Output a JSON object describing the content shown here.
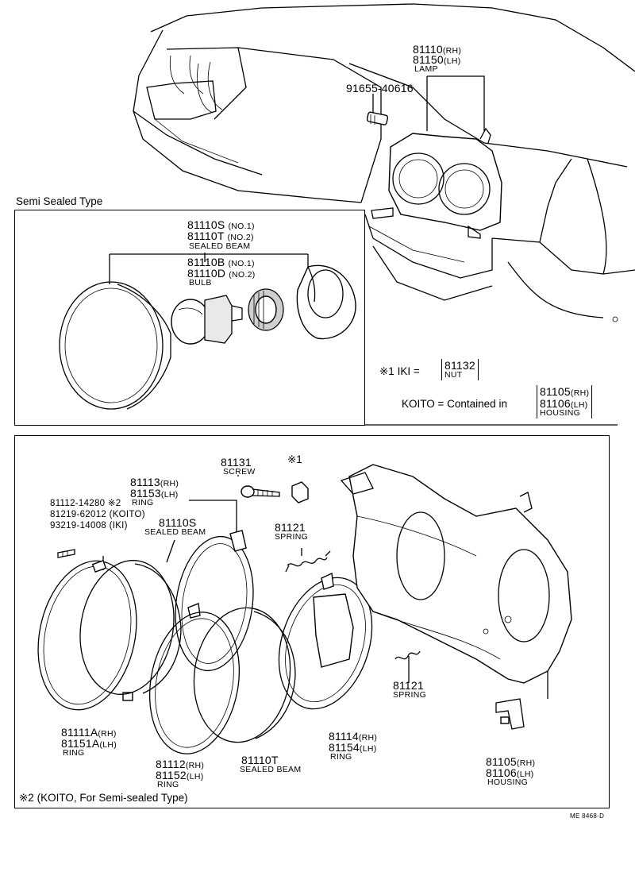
{
  "top": {
    "lamp": {
      "rh": "81110",
      "rh_side": "(RH)",
      "lh": "81150",
      "lh_side": "(LH)",
      "name": "LAMP"
    },
    "screw_part": "91655-40616"
  },
  "semi": {
    "title": "Semi Sealed Type",
    "beam": {
      "p1": "81110S",
      "p1_note": "(NO.1)",
      "p2": "81110T",
      "p2_note": "(NO.2)",
      "name": "SEALED BEAM"
    },
    "bulb": {
      "p1": "81110B",
      "p1_note": "(NO.1)",
      "p2": "81110D",
      "p2_note": "(NO.2)",
      "name": "BULB"
    },
    "iki": {
      "mark": "※1",
      "label": "IKI =",
      "part": "81132",
      "name": "NUT"
    },
    "koito": {
      "label": "KOITO = Contained in",
      "rh": "81105",
      "rh_side": "(RH)",
      "lh": "81106",
      "lh_side": "(LH)",
      "name": "HOUSING"
    }
  },
  "main": {
    "screw": {
      "part": "81131",
      "name": "SCREW"
    },
    "nut_mark": "※1",
    "ring_top": {
      "rh": "81113",
      "rh_side": "(RH)",
      "lh": "81153",
      "lh_side": "(LH)",
      "name": "RING"
    },
    "screws": {
      "l1": "81112-14280 ※2",
      "l2": "81219-62012 (KOITO)",
      "l3": "93219-14008 (IKI)"
    },
    "beam_s": {
      "part": "81110S",
      "name": "SEALED BEAM"
    },
    "spring_top": {
      "part": "81121",
      "name": "SPRING"
    },
    "spring_right": {
      "part": "81121",
      "name": "SPRING"
    },
    "ring_outer": {
      "rh": "81111A",
      "rh_side": "(RH)",
      "lh": "81151A",
      "lh_side": "(LH)",
      "name": "RING"
    },
    "ring_front": {
      "rh": "81112",
      "rh_side": "(RH)",
      "lh": "81152",
      "lh_side": "(LH)",
      "name": "RING"
    },
    "beam_t": {
      "part": "81110T",
      "name": "SEALED BEAM"
    },
    "ring_right": {
      "rh": "81114",
      "rh_side": "(RH)",
      "lh": "81154",
      "lh_side": "(LH)",
      "name": "RING"
    },
    "housing": {
      "rh": "81105",
      "rh_side": "(RH)",
      "lh": "81106",
      "lh_side": "(LH)",
      "name": "HOUSING"
    },
    "footnote": "※2 (KOITO, For Semi-sealed Type)",
    "code": "ME 8468-D"
  }
}
